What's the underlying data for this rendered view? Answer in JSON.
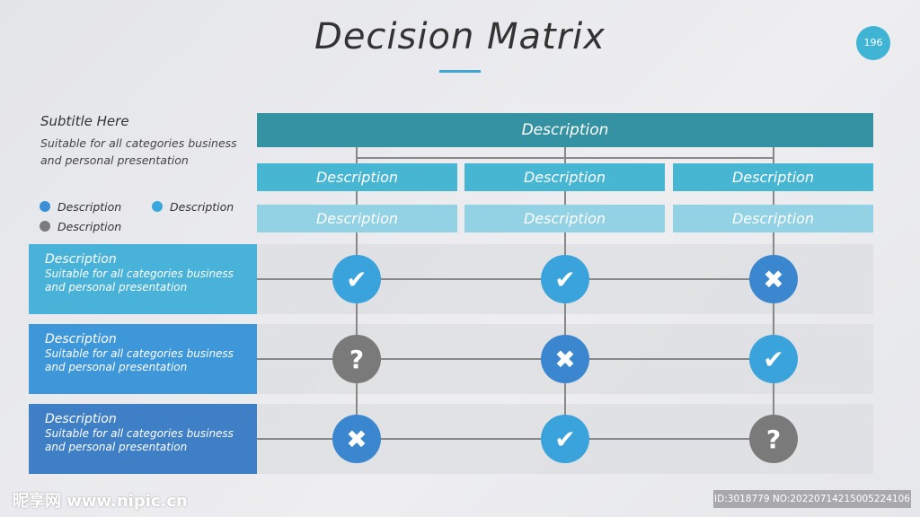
{
  "title": "Decision Matrix",
  "page_number": "196",
  "sidebar": {
    "subtitle": "Subtitle Here",
    "text": "Suitable for all categories business and personal presentation",
    "legend": [
      {
        "label": "Description",
        "color": "#3d8fd6"
      },
      {
        "label": "Description",
        "color": "#3aa7dc"
      },
      {
        "label": "Description",
        "color": "#7b7b7b"
      }
    ]
  },
  "matrix": {
    "header": "Description",
    "columns": [
      {
        "label": "Description",
        "sublabel": "Description"
      },
      {
        "label": "Description",
        "sublabel": "Description"
      },
      {
        "label": "Description",
        "sublabel": "Description"
      }
    ],
    "rows": [
      {
        "title": "Description",
        "text": "Suitable for all categories business and personal presentation",
        "color": "#49b2d8",
        "cells": [
          "check",
          "check",
          "cross"
        ]
      },
      {
        "title": "Description",
        "text": "Suitable for all categories business and personal presentation",
        "color": "#3e97d8",
        "cells": [
          "question",
          "cross",
          "check"
        ]
      },
      {
        "title": "Description",
        "text": "Suitable for all categories business and personal presentation",
        "color": "#3f7fc6",
        "cells": [
          "cross",
          "check",
          "question"
        ]
      }
    ]
  },
  "colors": {
    "header": "#3592a3",
    "col": "#47b6d3",
    "subcol": "#92d2e4",
    "check": "#3aa3dc",
    "cross": "#3a86cf",
    "question": "#7a7a7a"
  },
  "watermark": {
    "logo": "昵享网 www.nipic.cn",
    "id": "ID:3018779 NO:20220714215005224106"
  }
}
